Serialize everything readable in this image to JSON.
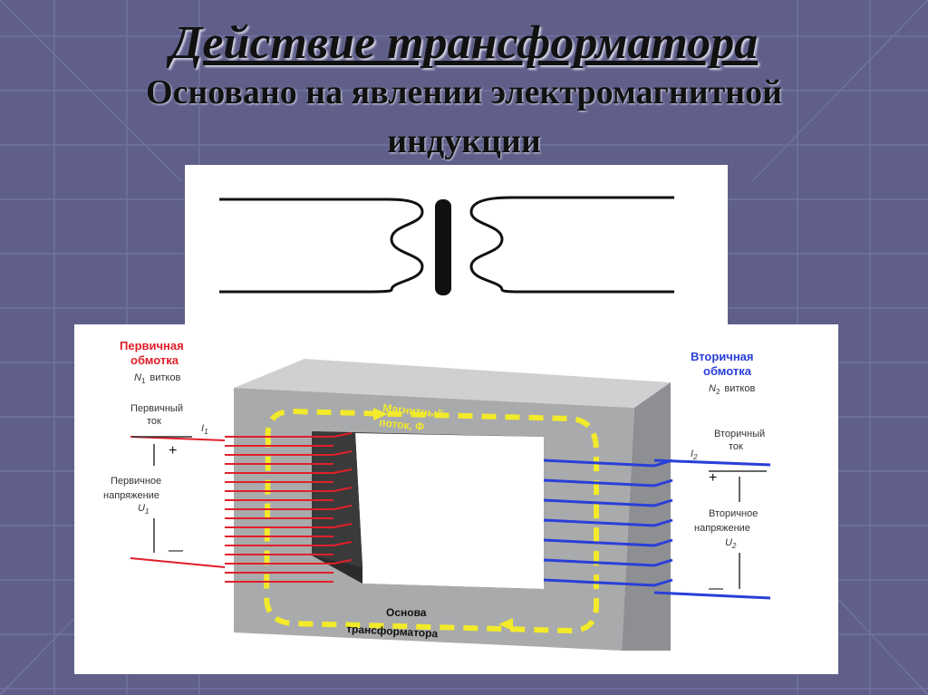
{
  "slide": {
    "title": "Действие трансформатора",
    "subtitle_line1": "Основано на явлении электромагнитной",
    "subtitle_line2": "индукции"
  },
  "diagram": {
    "primary_winding": [
      "Первичная",
      "обмотка"
    ],
    "primary_turns": "N",
    "primary_turns_sub": "1",
    "primary_turns_word": "витков",
    "primary_current": [
      "Первичный",
      "ток"
    ],
    "primary_current_symbol": "I",
    "primary_current_sub": "1",
    "primary_voltage": [
      "Первичное",
      "напряжение"
    ],
    "primary_voltage_symbol": "U",
    "primary_voltage_sub": "1",
    "secondary_winding": [
      "Вторичная",
      "обмотка"
    ],
    "secondary_turns": "N",
    "secondary_turns_sub": "2",
    "secondary_turns_word": "витков",
    "secondary_current": [
      "Вторичный",
      "ток"
    ],
    "secondary_current_symbol": "I",
    "secondary_current_sub": "2",
    "secondary_voltage": [
      "Вторичное",
      "напряжение"
    ],
    "secondary_voltage_symbol": "U",
    "secondary_voltage_sub": "2",
    "flux": [
      "Магнитный",
      "поток, Φ"
    ],
    "core": [
      "Основа",
      "трансформатора"
    ],
    "plus": "+",
    "minus": "—",
    "colors": {
      "primary": "#e0202a",
      "secondary": "#2a3fd8",
      "flux": "#f2ea2a",
      "core": "#a9aaac"
    }
  }
}
